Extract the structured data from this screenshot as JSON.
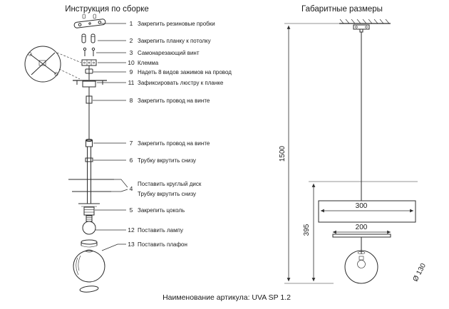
{
  "titles": {
    "left": "Инструкция по сборке",
    "right": "Габаритные размеры"
  },
  "footer": {
    "text": "Наименование артикула: UVA SP 1.2"
  },
  "callouts": [
    {
      "num": "1",
      "label": "Закрепить резиновые пробки"
    },
    {
      "num": "2",
      "label": "Закрепить планку к потолку"
    },
    {
      "num": "3",
      "label": "Самонарезающий винт"
    },
    {
      "num": "10",
      "label": "Клемма"
    },
    {
      "num": "9",
      "label": "Надеть 8 видов зажимов на провод"
    },
    {
      "num": "11",
      "label": "Зафиксировать люстру к планке"
    },
    {
      "num": "8",
      "label": "Закрепить провод на винте"
    },
    {
      "num": "7",
      "label": "Закрепить провод на винте"
    },
    {
      "num": "6",
      "label": "Трубку вкрутить снизу"
    },
    {
      "num": "4",
      "label": "Поставить круглый диск",
      "label2": "Трубку вкрутить снизу"
    },
    {
      "num": "5",
      "label": "Закрепить цоколь"
    },
    {
      "num": "12",
      "label": "Поставить лампу"
    },
    {
      "num": "13",
      "label": "Поставить плафон"
    }
  ],
  "dimensions": {
    "total_height": "1500",
    "lower_height": "395",
    "top_width": "300",
    "disk_width": "200",
    "globe_diameter": "Ø 130"
  },
  "colors": {
    "background": "#ffffff",
    "line": "#2b2b2b",
    "text": "#1a1a1a"
  }
}
